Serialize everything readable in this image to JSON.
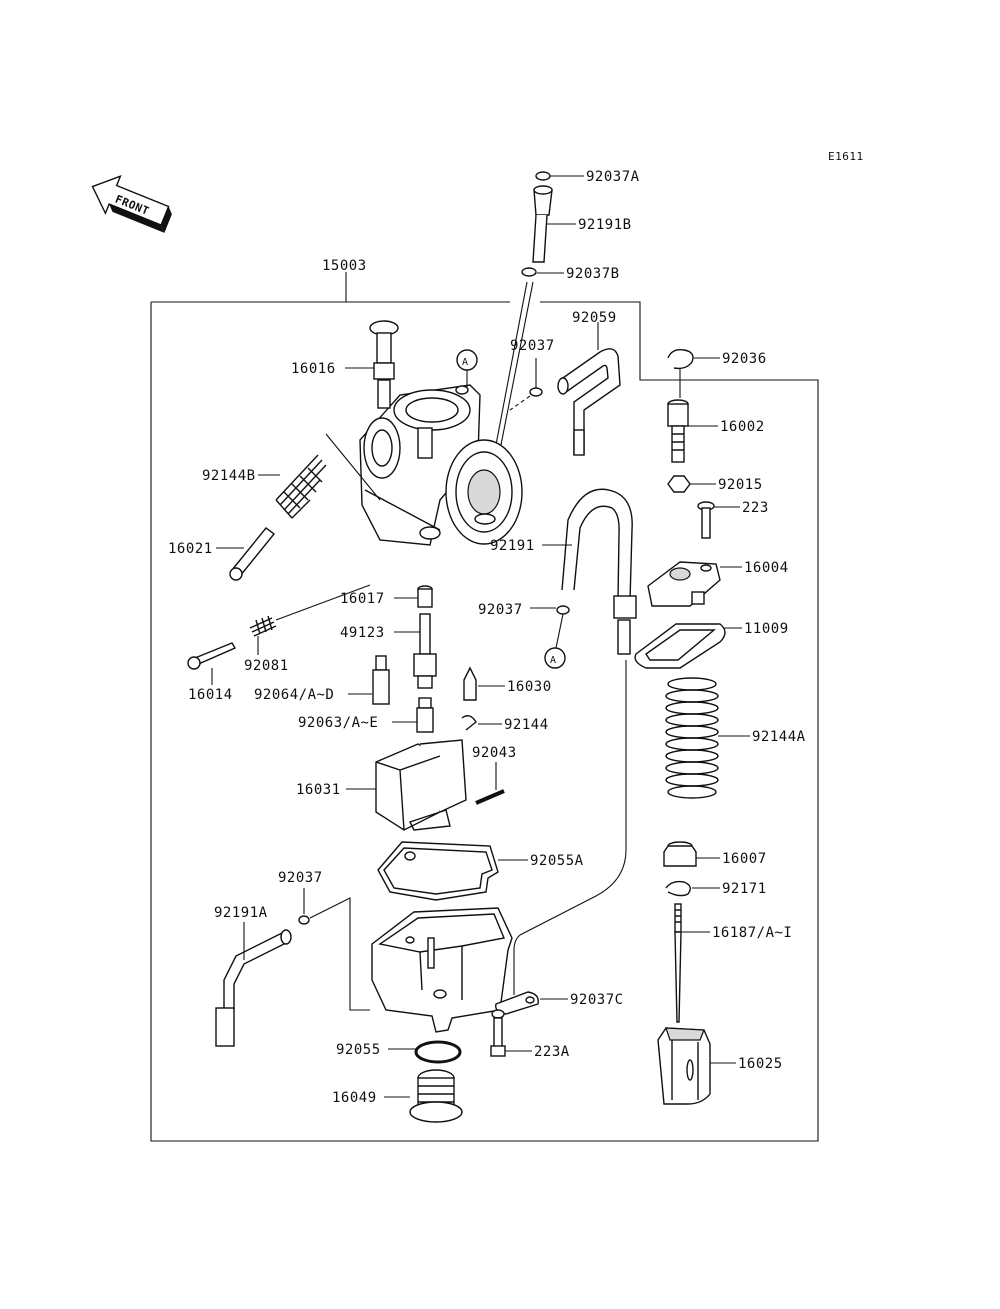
{
  "diagram_code": "E1611",
  "front_label": "FRONT",
  "ref_marker": "A",
  "labels": {
    "p15003": "15003",
    "p92037A": "92037A",
    "p92191B": "92191B",
    "p92037B": "92037B",
    "p92059": "92059",
    "p92037_top": "92037",
    "p92036": "92036",
    "p16016": "16016",
    "p16002": "16002",
    "p92144B": "92144B",
    "p92015": "92015",
    "p223": "223",
    "p16021": "16021",
    "p92191": "92191",
    "p16004": "16004",
    "p16017": "16017",
    "p92037_mid": "92037",
    "p11009": "11009",
    "p49123": "49123",
    "p92081": "92081",
    "p16014": "16014",
    "p92064": "92064/A~D",
    "p16030": "16030",
    "p92063": "92063/A~E",
    "p92144": "92144",
    "p92144A": "92144A",
    "p92043": "92043",
    "p16031": "16031",
    "p92055A": "92055A",
    "p16007": "16007",
    "p92037_low": "92037",
    "p92171": "92171",
    "p92191A": "92191A",
    "p16187": "16187/A~I",
    "p92037C": "92037C",
    "p92055": "92055",
    "p223A": "223A",
    "p16025": "16025",
    "p16049": "16049"
  }
}
